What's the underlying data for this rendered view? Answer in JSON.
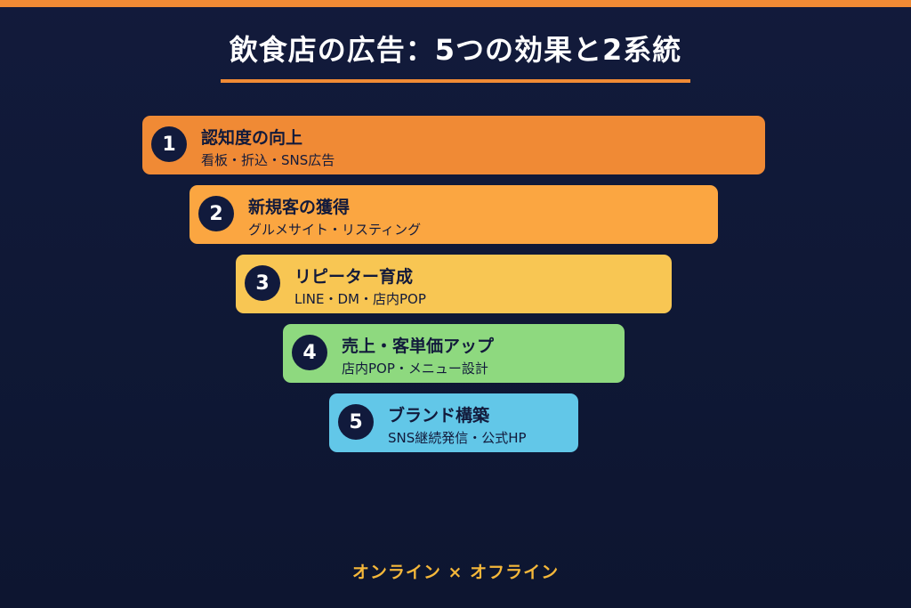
{
  "title": "飲食店の広告：5つの効果と2系統",
  "colors": {
    "background": "#121a3b",
    "accent": "#f08a35",
    "badge": "#111a3c",
    "footer_text": "#f4b73a"
  },
  "tiers": [
    {
      "number": "1",
      "title": "認知度の向上",
      "subtitle": "看板・折込・SNS広告",
      "color": "#f08a35"
    },
    {
      "number": "2",
      "title": "新規客の獲得",
      "subtitle": "グルメサイト・リスティング",
      "color": "#fba641"
    },
    {
      "number": "3",
      "title": "リピーター育成",
      "subtitle": "LINE・DM・店内POP",
      "color": "#f8c653"
    },
    {
      "number": "4",
      "title": "売上・客単価アップ",
      "subtitle": "店内POP・メニュー設計",
      "color": "#8ed97f"
    },
    {
      "number": "5",
      "title": "ブランド構築",
      "subtitle": "SNS継続発信・公式HP",
      "color": "#62c7e8"
    }
  ],
  "footer": "オンライン × オフライン"
}
